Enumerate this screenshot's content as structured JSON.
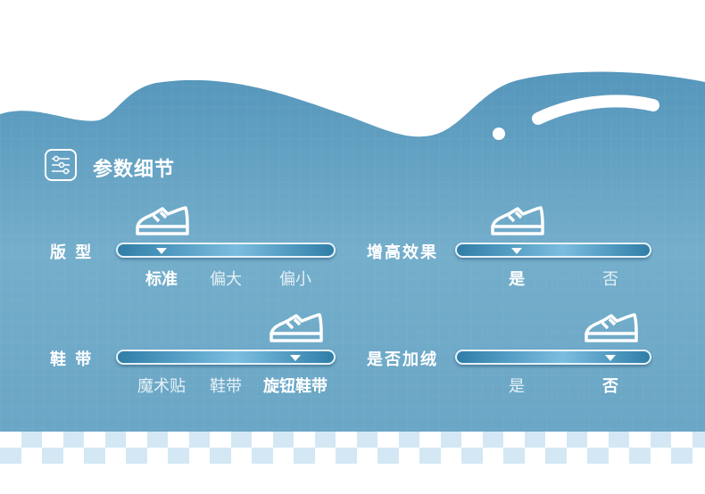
{
  "section_title": "参数细节",
  "colors": {
    "background": "#6aa8c8",
    "selected": "#ffffff",
    "checker": "#d3e8f4"
  },
  "params": [
    {
      "label": "版 型",
      "options": [
        "标准",
        "偏大",
        "偏小"
      ],
      "selected": "标准"
    },
    {
      "label": "增高效果",
      "options": [
        "是",
        "否"
      ],
      "selected": "是"
    },
    {
      "label": "鞋 带",
      "options": [
        "魔术贴",
        "鞋带",
        "旋钮鞋带"
      ],
      "selected": "旋钮鞋带"
    },
    {
      "label": "是否加绒",
      "options": [
        "是",
        "否"
      ],
      "selected": "否"
    }
  ]
}
